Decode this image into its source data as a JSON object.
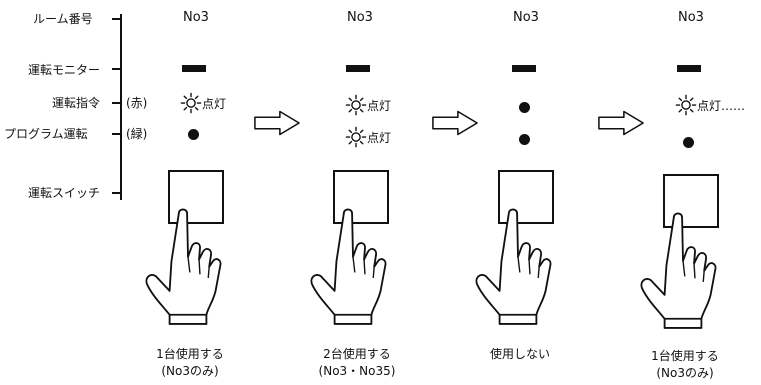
{
  "legend": {
    "room_number": "ルーム番号",
    "run_monitor": "運転モニター",
    "run_command": "運転指令",
    "run_command_color": "(赤)",
    "program_run": "プログラム運転",
    "program_run_color": "(緑)",
    "run_switch": "運転スイッチ"
  },
  "panels": [
    {
      "room": "No3",
      "run_command": "点灯",
      "program_run": "",
      "caption1": "1台使用する",
      "caption2": "(No3のみ)"
    },
    {
      "room": "No3",
      "run_command": "点灯",
      "program_run": "点灯",
      "caption1": "2台使用する",
      "caption2": "(No3・No35)"
    },
    {
      "room": "No3",
      "run_command": "",
      "program_run": "",
      "caption1": "使用しない",
      "caption2": ""
    },
    {
      "room": "No3",
      "run_command": "点灯……",
      "program_run": "",
      "caption1": "1台使用する",
      "caption2": "(No3のみ)"
    }
  ],
  "colors": {
    "ink": "#111111",
    "background": "#ffffff"
  }
}
